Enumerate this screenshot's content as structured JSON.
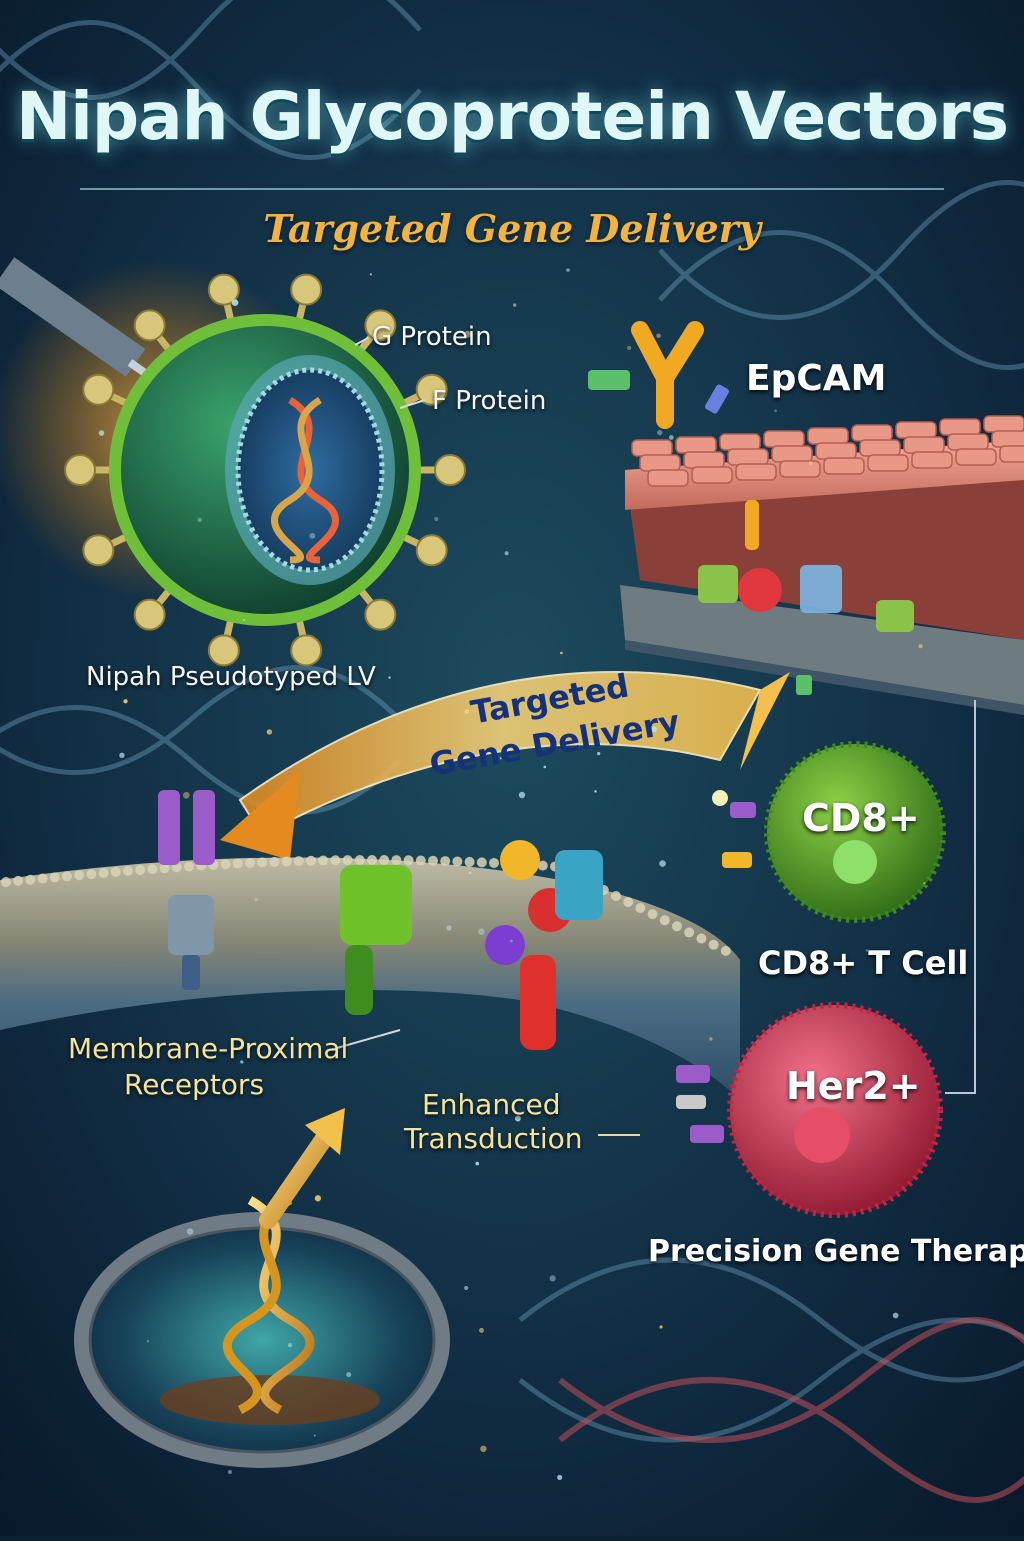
{
  "title": "Nipah Glycoprotein Vectors",
  "subtitle": "Targeted Gene Delivery",
  "labels": {
    "g_protein": "G Protein",
    "f_protein": "F Protein",
    "vector": "Nipah Pseudotyped LV",
    "epcam": "EpCAM",
    "arrow_line1": "Targeted",
    "arrow_line2": "Gene Delivery",
    "cd8_badge": "CD8+",
    "cd8_cell": "CD8+ T Cell",
    "her2_badge": "Her2+",
    "receptors_line1": "Membrane-Proximal",
    "receptors_line2": "Receptors",
    "enhanced_line1": "Enhanced",
    "enhanced_line2": "Transduction",
    "precision": "Precision Gene Therapy"
  },
  "colors": {
    "background": "#0b2233",
    "title": "#dff7f7",
    "subtitle": "#f3b33c",
    "arrow": "#f2c14e",
    "arrow_text": "#15317a",
    "virus": "#1f6b4a",
    "cd8_cell": "#5aa22d",
    "her2_cell": "#d9334f",
    "tissue": "#d77d6c"
  }
}
